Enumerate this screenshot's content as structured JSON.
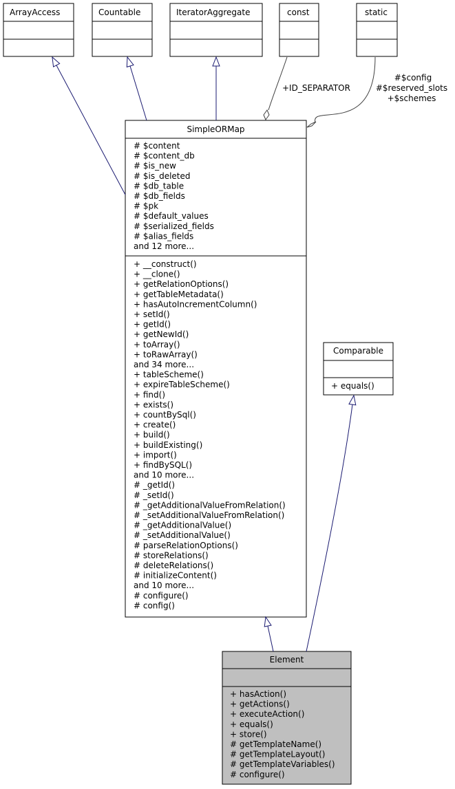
{
  "diagram": {
    "colors": {
      "edge": "#191970",
      "aggregation_edge": "#404040",
      "box_border": "#000000",
      "highlight_fill": "#bfbfbf",
      "fill": "#ffffff"
    },
    "classes": {
      "array_access": {
        "name": "ArrayAccess",
        "attributes": [],
        "methods": []
      },
      "countable": {
        "name": "Countable",
        "attributes": [],
        "methods": []
      },
      "iterator_aggregate": {
        "name": "IteratorAggregate",
        "attributes": [],
        "methods": []
      },
      "const": {
        "name": "const",
        "attributes": [],
        "methods": []
      },
      "static": {
        "name": "static",
        "attributes": [],
        "methods": []
      },
      "simple_orm_map": {
        "name": "SimpleORMap",
        "attributes": [
          "# $content",
          "# $content_db",
          "# $is_new",
          "# $is_deleted",
          "# $db_table",
          "# $db_fields",
          "# $pk",
          "# $default_values",
          "# $serialized_fields",
          "# $alias_fields",
          "and 12 more..."
        ],
        "methods": [
          "+ __construct()",
          "+ __clone()",
          "+ getRelationOptions()",
          "+ getTableMetadata()",
          "+ hasAutoIncrementColumn()",
          "+ setId()",
          "+ getId()",
          "+ getNewId()",
          "+ toArray()",
          "+ toRawArray()",
          "and 34 more...",
          "+ tableScheme()",
          "+ expireTableScheme()",
          "+ find()",
          "+ exists()",
          "+ countBySql()",
          "+ create()",
          "+ build()",
          "+ buildExisting()",
          "+ import()",
          "+ findBySQL()",
          "and 10 more...",
          "# _getId()",
          "# _setId()",
          "# _getAdditionalValueFromRelation()",
          "# _setAdditionalValueFromRelation()",
          "# _getAdditionalValue()",
          "# _setAdditionalValue()",
          "# parseRelationOptions()",
          "# storeRelations()",
          "# deleteRelations()",
          "# initializeContent()",
          "and 10 more...",
          "# configure()",
          "# config()"
        ]
      },
      "comparable": {
        "name": "Comparable",
        "attributes": [],
        "methods": [
          "+ equals()"
        ]
      },
      "element": {
        "name": "Element",
        "attributes": [],
        "methods": [
          "+ hasAction()",
          "+ getActions()",
          "+ executeAction()",
          "+ equals()",
          "+ store()",
          "# getTemplateName()",
          "# getTemplateLayout()",
          "# getTemplateVariables()",
          "# configure()"
        ]
      }
    },
    "edge_labels": {
      "const_to_orm": "+ID_SEPARATOR",
      "static_to_orm": [
        "#$config",
        "#$reserved_slots",
        "+$schemes"
      ]
    }
  }
}
